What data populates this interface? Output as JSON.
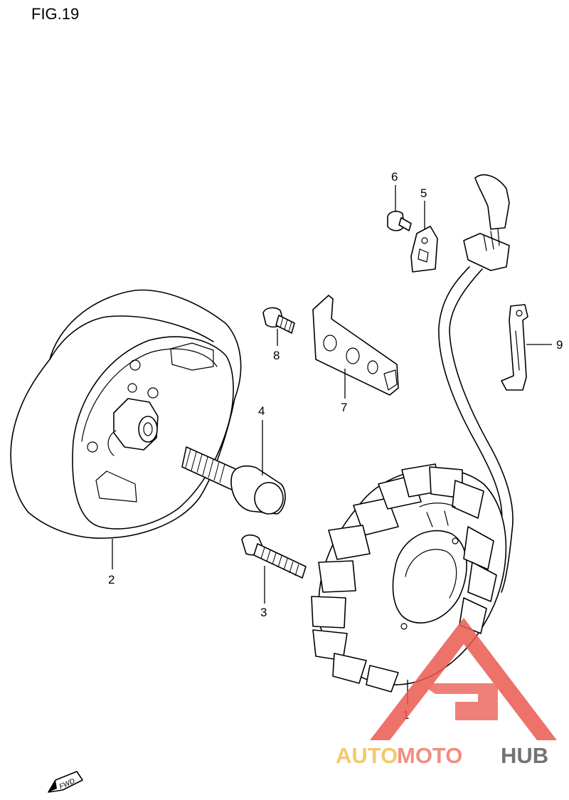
{
  "figure": {
    "title": "FIG.19"
  },
  "callouts": {
    "c1": "1",
    "c2": "2",
    "c3": "3",
    "c4": "4",
    "c5": "5",
    "c6": "6",
    "c7": "7",
    "c8": "8",
    "c9": "9"
  },
  "direction_badge": {
    "label": "FWD"
  },
  "watermark": {
    "part1": "AUTO",
    "part2": "MOTO",
    "part3": "HUB",
    "colors": {
      "auto": "#f3bf55",
      "moto": "#ef7b6c",
      "hub": "#5b5b5b",
      "triangle": "#ea5a50"
    }
  }
}
